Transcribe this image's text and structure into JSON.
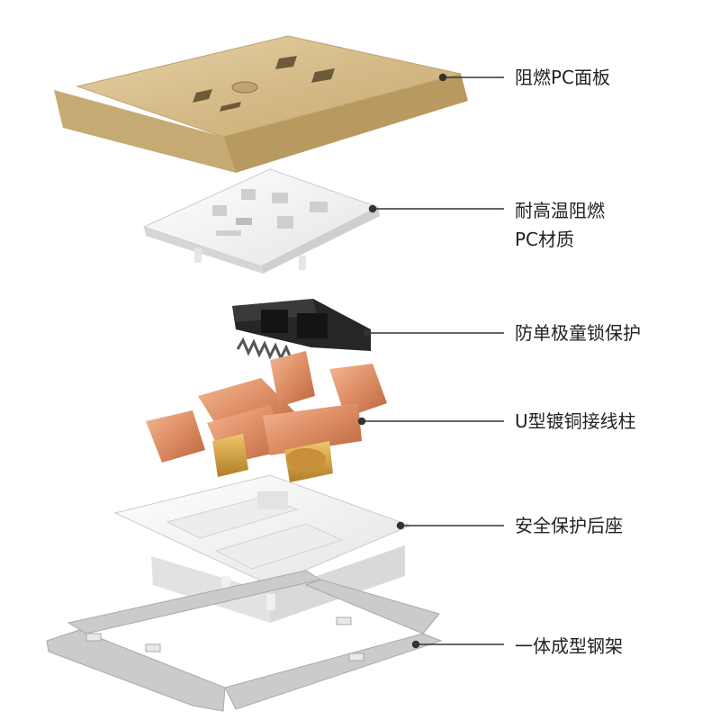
{
  "callouts": [
    {
      "id": "panel",
      "text": "阻燃PC面板"
    },
    {
      "id": "insulator",
      "lines": [
        "耐高温阻燃",
        "PC材质"
      ]
    },
    {
      "id": "shutter",
      "text": "防单极童锁保护"
    },
    {
      "id": "terminal",
      "text": "U型镀铜接线柱"
    },
    {
      "id": "base",
      "text": "安全保护后座"
    },
    {
      "id": "frame",
      "text": "一体成型钢架"
    }
  ],
  "colors": {
    "gold_panel": "#d9c191",
    "white_plastic": "#f4f4f4",
    "black_shutter": "#1e1e1e",
    "copper": "#e0966c",
    "brass": "#d8a64a",
    "steel_frame": "#c9c9c9",
    "leader_line": "#333333"
  }
}
